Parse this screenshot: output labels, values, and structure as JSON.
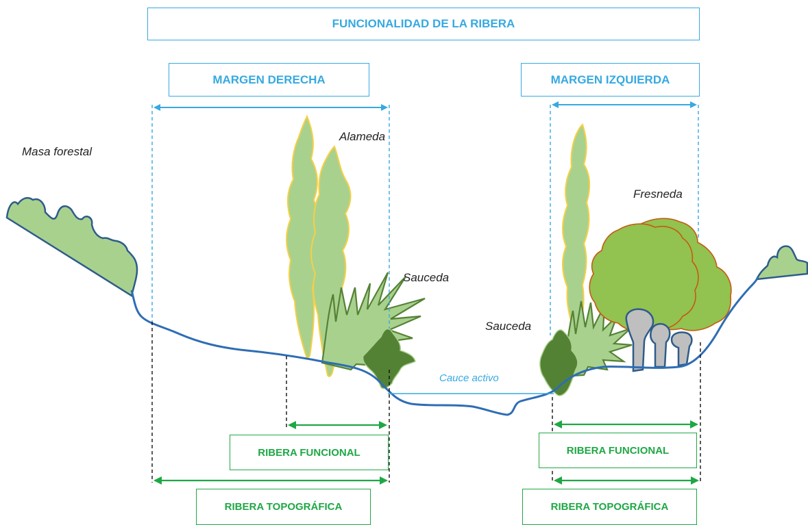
{
  "title": "FUNCIONALIDAD DE LA RIBERA",
  "margins": {
    "right_bank": "MARGEN DERECHA",
    "left_bank": "MARGEN IZQUIERDA"
  },
  "vegetation": {
    "forest_mass": "Masa forestal",
    "poplar": "Alameda",
    "willow_right": "Sauceda",
    "willow_left": "Sauceda",
    "ash": "Fresneda"
  },
  "channel": "Cauce activo",
  "widths": {
    "functional_right": "RIBERA FUNCIONAL",
    "topographic_right": "RIBERA TOPOGRÁFICA",
    "functional_left": "RIBERA FUNCIONAL",
    "topographic_left": "RIBERA TOPOGRÁFICA"
  },
  "colors": {
    "title_blue": "#36a9e1",
    "width_green": "#1fa745",
    "ground_line": "#2e6db4",
    "light_vegetation": "#a9d18e",
    "dark_vegetation": "#548235",
    "ash_canopy": "#92c24f",
    "trunk_gray": "#bfbfbf"
  }
}
